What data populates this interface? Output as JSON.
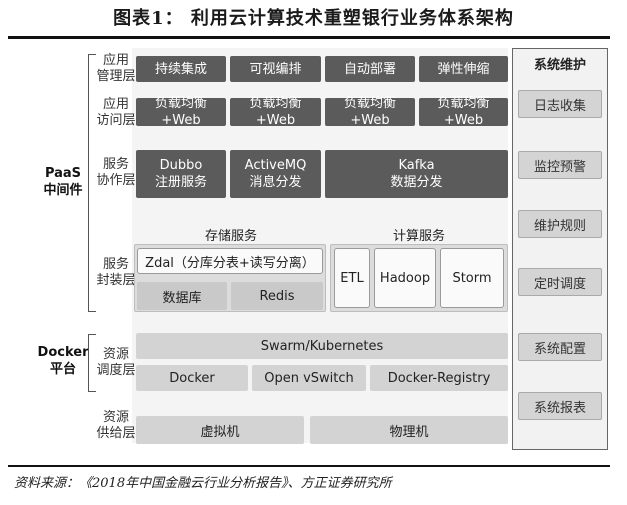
{
  "title": "图表1：  利用云计算技术重塑银行业务体系架构",
  "layers": {
    "app_mgmt": "应用\n管理层",
    "app_access": "应用\n访问层",
    "service_collab": "服务\n协作层",
    "service_encap": "服务\n封装层",
    "resource_sched": "资源\n调度层",
    "resource_supply": "资源\n供给层"
  },
  "platforms": {
    "paas": "PaaS\n中间件",
    "docker": "Docker\n平台"
  },
  "app_mgmt_items": [
    "持续集成",
    "可视编排",
    "自动部署",
    "弹性伸缩"
  ],
  "app_access_items": [
    "负载均衡+Web",
    "负载均衡+Web",
    "负载均衡+Web",
    "负载均衡+Web"
  ],
  "collab": {
    "dubbo": "Dubbo\n注册服务",
    "activemq": "ActiveMQ\n消息分发",
    "kafka": "Kafka\n数据分发"
  },
  "storage": {
    "title": "存储服务",
    "zdal": "Zdal（分库分表+读写分离）",
    "db": "数据库",
    "redis": "Redis"
  },
  "compute": {
    "title": "计算服务",
    "etl": "ETL",
    "hadoop": "Hadoop",
    "storm": "Storm"
  },
  "sched": {
    "swarm": "Swarm/Kubernetes",
    "docker": "Docker",
    "ovs": "Open vSwitch",
    "registry": "Docker-Registry"
  },
  "supply": {
    "vm": "虚拟机",
    "pm": "物理机"
  },
  "sidebar": {
    "title": "系统维护",
    "items": [
      "日志收集",
      "监控预警",
      "维护规则",
      "定时调度",
      "系统配置",
      "系统报表"
    ]
  },
  "source": "资料来源：《2018年中国金融云行业分析报告》、方正证券研究所"
}
